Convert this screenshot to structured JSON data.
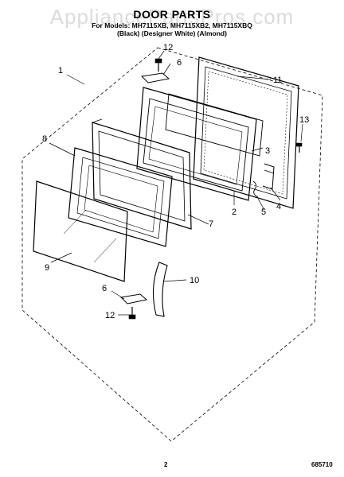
{
  "watermark": "AppliancePartsPros.com",
  "header": {
    "title": "DOOR PARTS",
    "models": "For Models: MH7115XB, MH7115XB2, MH7115XBQ",
    "colors": "(Black)   (Designer White)   (Almond)"
  },
  "callouts": [
    "1",
    "2",
    "3",
    "4",
    "5",
    "6",
    "7",
    "8",
    "9",
    "10",
    "11",
    "12",
    "13"
  ],
  "footer": {
    "page_number": "2",
    "doc_code": "685710"
  }
}
